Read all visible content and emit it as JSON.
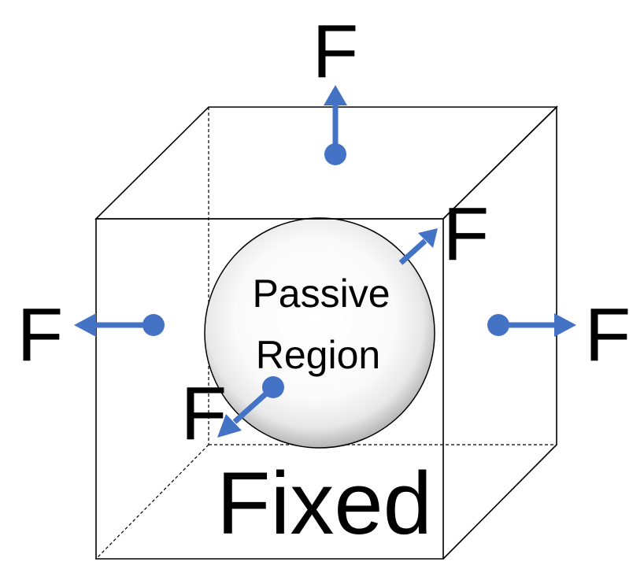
{
  "diagram": {
    "passive_region": {
      "line1": "Passive",
      "line2": "Region"
    },
    "forces": {
      "top": "F",
      "right_back": "F",
      "left": "F",
      "right": "F",
      "front_left": "F"
    },
    "bottom_face_label": "Fixed",
    "colors": {
      "arrow": "#4472C4",
      "edge": "#000000",
      "background": "#ffffff"
    }
  }
}
